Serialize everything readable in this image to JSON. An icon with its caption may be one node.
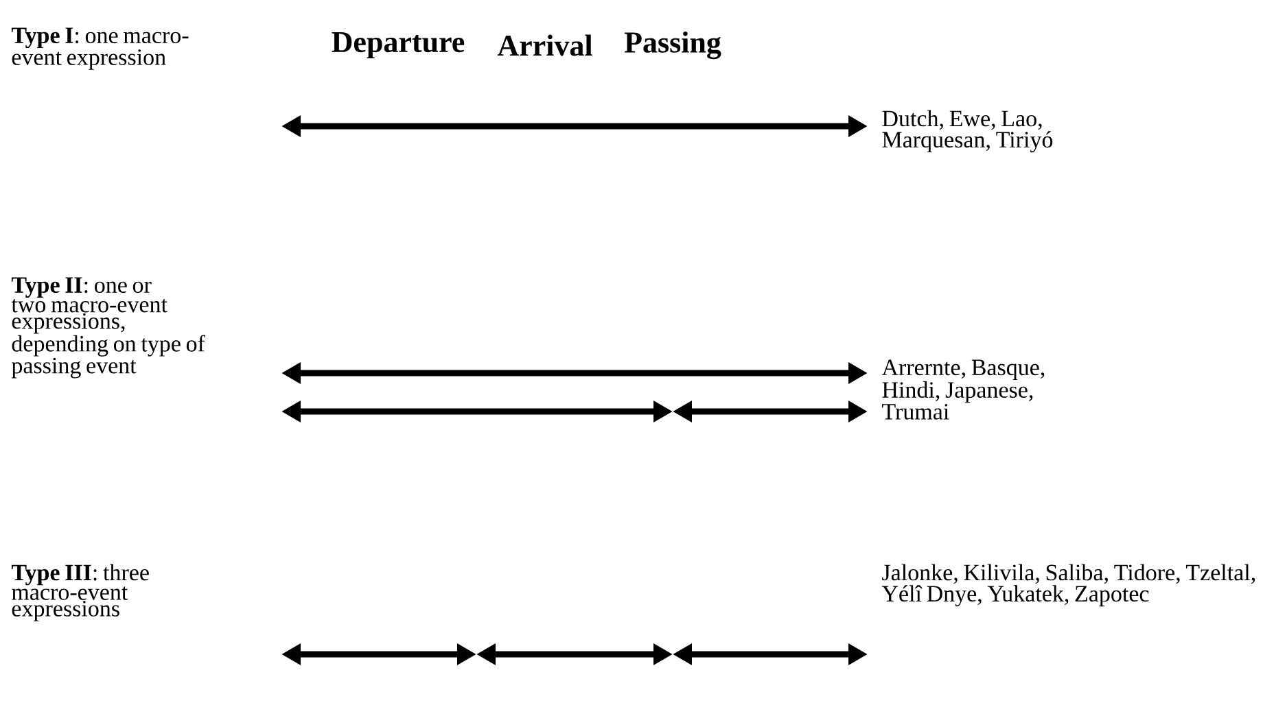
{
  "diagram": {
    "labels": [
      "Departure",
      "Arrival",
      "Passing",
      "**Type I**: one macro-event expression",
      "Dutch, Ewe, Lao, Marquesan, Tiriyó",
      "**Type II**: one or two macro-event expressions, depending on type of passing event",
      "Arrernte, Basque, Hindi, Japanese, Trumai",
      "**Type III**: three macro-event expressions",
      "Jalonke, Kilivila, Saliba, Tidore, Tzeltal, Yélî Dnye, Yukatek, Zapotec"
    ]
  }
}
